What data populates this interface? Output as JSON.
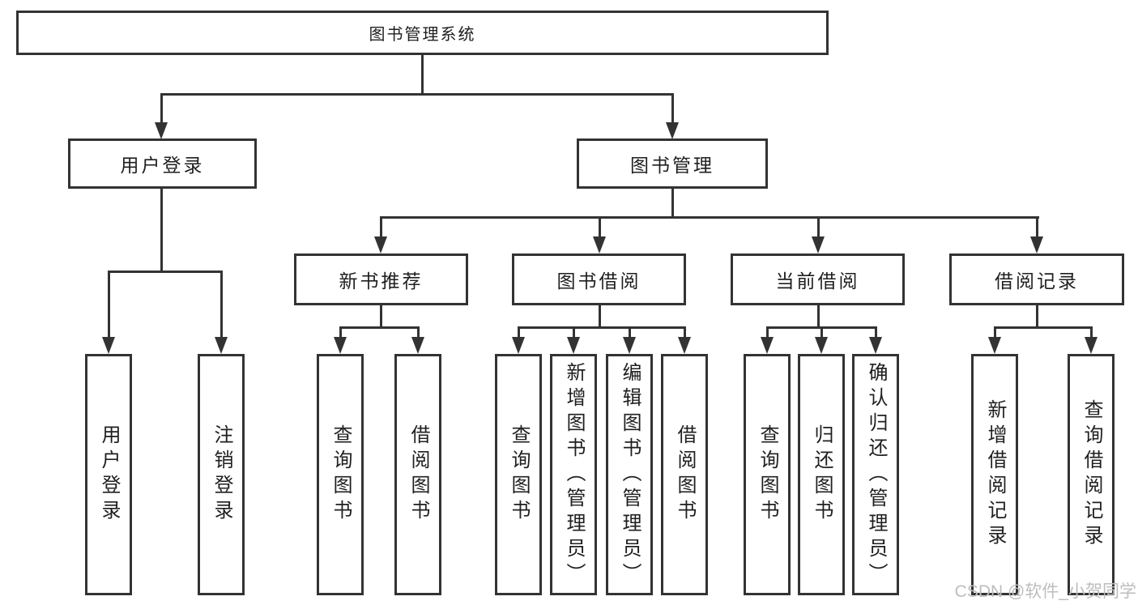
{
  "diagram": {
    "root": "图书管理系统",
    "level2": {
      "login": "用户登录",
      "mgmt": "图书管理"
    },
    "level3": {
      "rec": "新书推荐",
      "borrow": "图书借阅",
      "current": "当前借阅",
      "records": "借阅记录"
    },
    "leaves": {
      "login_user": "用户登录",
      "login_logout": "注销登录",
      "rec_query": "查询图书",
      "rec_borrow": "借阅图书",
      "borrow_query": "查询图书",
      "borrow_add": "新增图书（管理员）",
      "borrow_edit": "编辑图书（管理员）",
      "borrow_do": "借阅图书",
      "cur_query": "查询图书",
      "cur_return": "归还图书",
      "cur_confirm": "确认归还（管理员）",
      "records_add": "新增借阅记录",
      "records_query": "查询借阅记录"
    },
    "watermark": "CSDN @软件_小贺同学",
    "colors": {
      "line": "#333333",
      "text": "#1f1f1f",
      "watermark": "#bdbdbd",
      "background": "#ffffff"
    }
  }
}
